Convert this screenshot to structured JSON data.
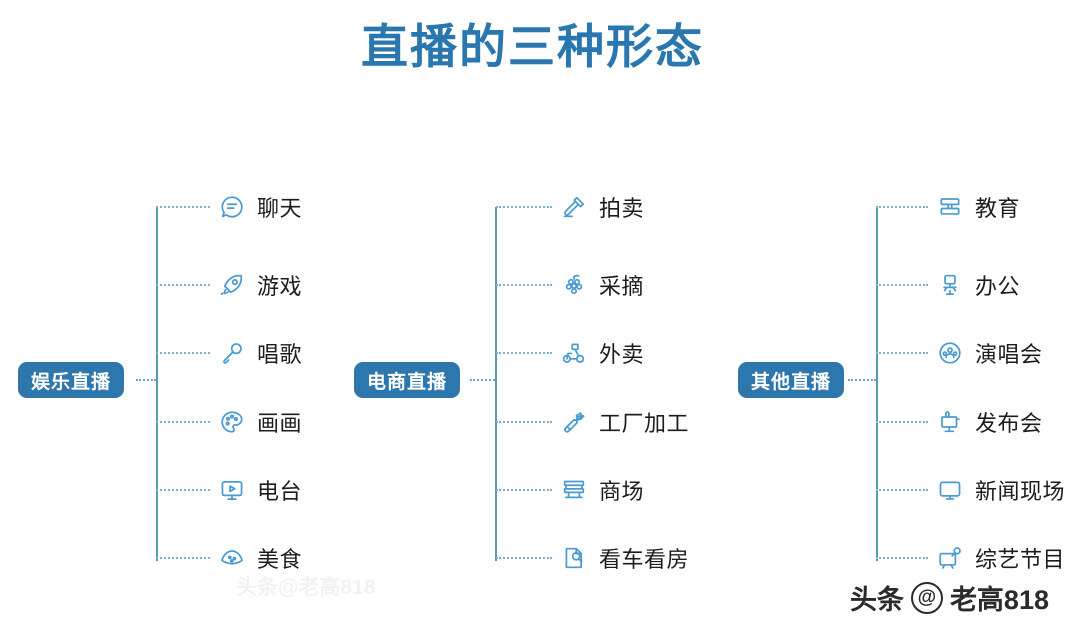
{
  "title": "直播的三种形态",
  "colors": {
    "title": "#2a77b0",
    "pill_bg": "#2d77ad",
    "pill_text": "#ffffff",
    "trunk_line": "#5b96bd",
    "dashed_line": "#7fb0cf",
    "icon": "#4b9bd0",
    "leaf_text": "#1d1d1d",
    "background": "#ffffff"
  },
  "groups": [
    {
      "label": "娱乐直播",
      "items": [
        {
          "label": "聊天",
          "icon": "chat-bubble-icon"
        },
        {
          "label": "游戏",
          "icon": "rocket-icon"
        },
        {
          "label": "唱歌",
          "icon": "microphone-icon"
        },
        {
          "label": "画画",
          "icon": "palette-icon"
        },
        {
          "label": "电台",
          "icon": "monitor-play-icon"
        },
        {
          "label": "美食",
          "icon": "pizza-icon"
        }
      ]
    },
    {
      "label": "电商直播",
      "items": [
        {
          "label": "拍卖",
          "icon": "gavel-icon"
        },
        {
          "label": "采摘",
          "icon": "grapes-icon"
        },
        {
          "label": "外卖",
          "icon": "scooter-icon"
        },
        {
          "label": "工厂加工",
          "icon": "wrench-icon"
        },
        {
          "label": "商场",
          "icon": "escalator-icon"
        },
        {
          "label": "看车看房",
          "icon": "document-search-icon"
        }
      ]
    },
    {
      "label": "其他直播",
      "items": [
        {
          "label": "教育",
          "icon": "books-icon"
        },
        {
          "label": "办公",
          "icon": "office-chair-icon"
        },
        {
          "label": "演唱会",
          "icon": "concert-crowd-icon"
        },
        {
          "label": "发布会",
          "icon": "podium-icon"
        },
        {
          "label": "新闻现场",
          "icon": "monitor-icon"
        },
        {
          "label": "综艺节目",
          "icon": "tv-icon"
        }
      ]
    }
  ],
  "watermark": {
    "prefix": "头条",
    "at": "@",
    "handle": "老高818",
    "faint": "头条@老高818"
  }
}
